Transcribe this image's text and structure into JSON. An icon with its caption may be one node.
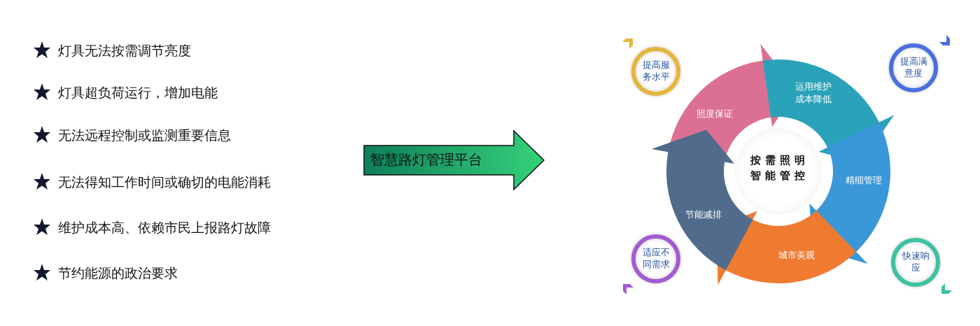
{
  "diagram": {
    "nodes": [
      {
        "text": [
          "智慧路灯管理平台"
        ]
      },
      {
        "text": [
          "按需照明智能管控"
        ]
      },
      {
        "text": [
          "照度保证"
        ]
      },
      {
        "text": [
          "运用维护成本降低"
        ]
      },
      {
        "text": [
          "精细管理"
        ]
      },
      {
        "text": [
          "城市美观"
        ]
      },
      {
        "text": [
          "节能减排"
        ]
      },
      {
        "text": [
          "提高服务水平"
        ]
      },
      {
        "text": [
          "提高满意度"
        ]
      },
      {
        "text": [
          "适应不同需求"
        ]
      },
      {
        "text": [
          "快速响应"
        ]
      }
    ],
    "labels": [
      "灯具无法按需调节亮度",
      "灯具超负荷运行，增加电能",
      "无法远程控制或监测重要信息",
      "无法得知工作时间或确切的电能消耗",
      "维护成本高、依赖市民上报路灯故障",
      "节约能源的政治要求"
    ]
  }
}
